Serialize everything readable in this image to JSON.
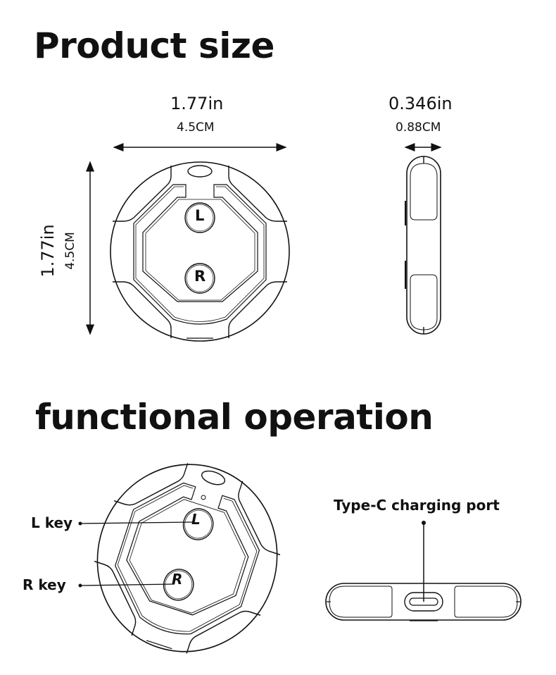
{
  "product_size": {
    "title": "Product size",
    "width_in": "1.77in",
    "width_cm": "4.5CM",
    "height_in": "1.77in",
    "height_cm": "4.5CM",
    "thickness_in": "0.346in",
    "thickness_cm": "0.88CM",
    "key_l": "L",
    "key_r": "R"
  },
  "functional_operation": {
    "title": "functional operation",
    "l_key_label": "L key",
    "r_key_label": "R key",
    "port_label": "Type-C charging port",
    "key_l": "L",
    "key_r": "R"
  }
}
